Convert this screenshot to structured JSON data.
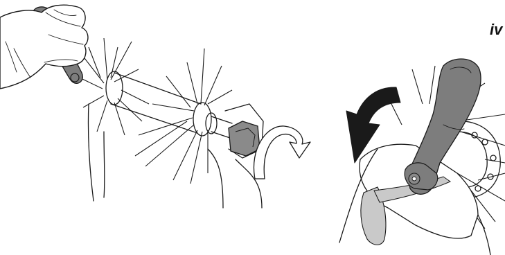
{
  "figure": {
    "step_label": "iv",
    "left_panel": {
      "subject": "hand-holding-quick-release-lever",
      "action_icon": "clockwise-rotate-arrow-icon"
    },
    "right_panel": {
      "subject": "quick-release-lever-closing",
      "action_icon": "curved-down-arrow-icon"
    },
    "colors": {
      "line": "#1a1a1a",
      "lever_dark": "#7d7d7d",
      "lever_light": "#c9c9c9",
      "nut_gray": "#8a8a8a",
      "background": "#ffffff"
    }
  }
}
